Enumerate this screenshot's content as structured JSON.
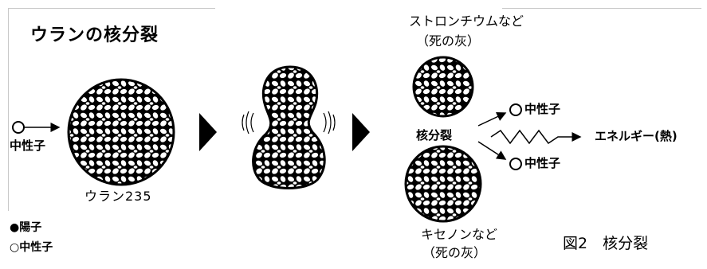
{
  "title": "ウランの核分裂",
  "labels": {
    "neutron_in": "中性子",
    "uranium": "ウラン235",
    "strontium": "ストロンチウムなど",
    "strontium_note": "（死の灰）",
    "fission": "核分裂",
    "neutron_out_1": "中性子",
    "neutron_out_2": "中性子",
    "energy": "エネルギー(熱)",
    "xenon": "キセノンなど",
    "xenon_note": "（死の灰）"
  },
  "legend": {
    "proton": "●陽子",
    "neutron": "○中性子"
  },
  "caption": "図2　核分裂",
  "colors": {
    "ink": "#000000",
    "paper": "#ffffff",
    "frame": "#c8c8c8"
  }
}
